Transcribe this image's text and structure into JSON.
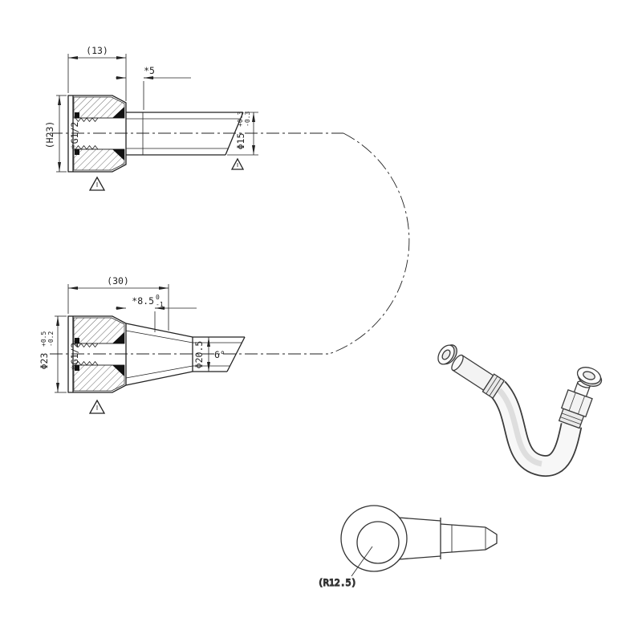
{
  "page": {
    "background": "#ffffff",
    "line_color": "#222222"
  },
  "top_view": {
    "dim_width": "(13)",
    "dim_depth": "*5",
    "dim_height": "(H23)",
    "thread_label": "*G1/2",
    "tube_dia": "Φ15",
    "tube_tol_upper": "+0.3",
    "tube_tol_lower": "-0.3"
  },
  "mid_view": {
    "dim_width": "(30)",
    "dim_depth": "*8.5",
    "depth_tol_upper": "0",
    "depth_tol_lower": "-1",
    "outer_dia": "Φ23",
    "outer_dia_tol_upper": "+0.5",
    "outer_dia_tol_lower": "-0.2",
    "thread_label": "*G1/2",
    "taper_angle": "6°",
    "tube_dia": "Φ20.5"
  },
  "detail_view": {
    "radius_label": "(R12.5)"
  }
}
